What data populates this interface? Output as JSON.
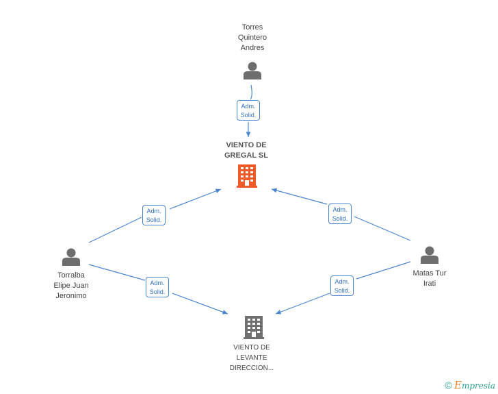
{
  "nodes": {
    "person_top": {
      "name": "Torres\nQuintero\nAndres"
    },
    "company_main": {
      "name": "VIENTO DE\nGREGAL  SL"
    },
    "person_left": {
      "name": "Torralba\nElipe Juan\nJeronimo"
    },
    "person_right": {
      "name": "Matas Tur\nIrati"
    },
    "company_bottom": {
      "name": "VIENTO DE\nLEVANTE\nDIRECCION..."
    }
  },
  "edges": [
    {
      "label": "Adm.\nSolid."
    },
    {
      "label": "Adm.\nSolid."
    },
    {
      "label": "Adm.\nSolid."
    },
    {
      "label": "Adm.\nSolid."
    },
    {
      "label": "Adm.\nSolid."
    }
  ],
  "footer": {
    "copyright": "©",
    "brand_initial": "E",
    "brand_rest": "mpresia"
  },
  "colors": {
    "edge": "#4a86cf",
    "person": "#6e6e6e",
    "company_main": "#f05a28",
    "company_other": "#707070"
  }
}
